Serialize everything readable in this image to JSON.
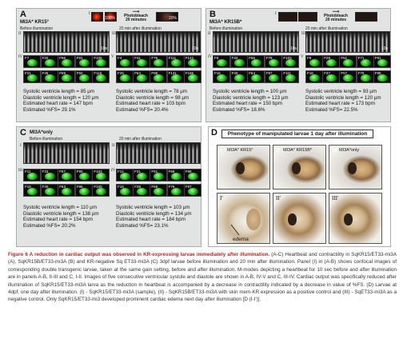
{
  "panels": {
    "A": {
      "label": "A",
      "title": "MI3A* KR15°",
      "thumbs": {
        "roman": "I",
        "pct1": "100%",
        "pct2": "20%",
        "arrow": "Photobleach\n20 minutes"
      },
      "before": "Before illumination",
      "after": "20 min after illumination",
      "rowII": "II",
      "rowIII": "III",
      "rowIV": "IV",
      "rowV": "V",
      "scale_before": "10s",
      "scale_after": "10s",
      "cells_before": [
        "F7",
        "F32",
        "F56",
        "F81",
        "F106",
        "F21",
        "F45",
        "F69",
        "F92",
        "F116"
      ],
      "cells_after": [
        "F4",
        "F41",
        "F76",
        "F111",
        "F142",
        "F29",
        "F64",
        "F98",
        "F131",
        "F165"
      ],
      "stats_before": [
        "Systolic ventricle length = 85 μm",
        "Diastolic ventricle length = 120 μm",
        "Estimated heart rate = 147 bpm",
        "Estimated %FS= 29.1%"
      ],
      "stats_after": [
        "Systolic ventricle length = 78 μm",
        "Diastolic ventricle length = 98 μm",
        "Estimated heart rate = 103 bpm",
        "Estimated %FS= 20.4%"
      ]
    },
    "B": {
      "label": "B",
      "title": "MI3A* KR15B*",
      "thumbs": {
        "roman": "I",
        "arrow": "Photobleach\n20 minutes"
      },
      "before": "Before illumination",
      "after": "20 min after illumination",
      "rowII": "II",
      "rowIII": "III",
      "rowIV": "IV",
      "rowV": "V",
      "scale_before": "10s",
      "scale_after": "10s",
      "cells_before": [
        "F8",
        "F32",
        "F55",
        "F78",
        "F103",
        "F16",
        "F40",
        "F64",
        "F87",
        "F111"
      ],
      "cells_after": [
        "F9",
        "F29",
        "F51",
        "F71",
        "F91",
        "F16",
        "F37",
        "F57",
        "F76",
        "F98"
      ],
      "stats_before": [
        "Systolic ventricle length = 100 μm",
        "Diastolic ventricle length = 123 μm",
        "Estimated heart rate = 150 bpm",
        "Estimated %FS= 18.6%"
      ],
      "stats_after": [
        "Systolic ventricle length = 93 μm",
        "Diastolic ventricle length = 120 μm",
        "Estimated heart rate = 173 bpm",
        "Estimated %FS= 22.5%"
      ]
    },
    "C": {
      "label": "C",
      "title": "MI3A*only",
      "before": "Before illumination",
      "after": "20 min after illumination",
      "rowI": "I",
      "rowII": "II",
      "rowIII": "III",
      "rowIV": "IV",
      "cells_before": [
        "F11",
        "F33",
        "F57",
        "F80",
        "F103",
        "F18",
        "F40",
        "F63",
        "F86",
        "F109"
      ],
      "cells_after": [
        "F12",
        "F31",
        "F51",
        "F69",
        "F89",
        "F18",
        "F38",
        "F58",
        "F76",
        "F97"
      ],
      "stats_before": [
        "Systolic ventricle length = 110 μm",
        "Diastolic ventricle length = 138 μm",
        "Estimated heart rate = 154 bpm",
        "Estimated %FS= 20.2%"
      ],
      "stats_after": [
        "Systolic ventricle length = 103 μm",
        "Diastolic ventricle length = 134 μm",
        "Estimated heart rate = 184 bpm",
        "Estimated %FS= 23.1%"
      ]
    },
    "D": {
      "label": "D",
      "title": "Phenotype of manipulated larvae 1 day after illumination",
      "labels": [
        "MI3A* KR15°",
        "MI3A* KR15B*",
        "MI3A*only"
      ],
      "roman": [
        "I",
        "II",
        "III"
      ],
      "roman2": [
        "I'",
        "II'",
        "III'"
      ],
      "edema": "edema"
    }
  },
  "caption": {
    "bold": "Figure 6 A reduction in cardiac output was observed in KR-expressing larvae immediately after illumination.",
    "text": " (A-C) Heartbeat and contractility in SqKR15/ET33-mi3A (A), SqKR15B/ET33-mi3A (B) and KR-negative Sq ET33-mi3A (C) 3dpf larvae before illumination and 20 min after illumination. Panel (I) in (A-B) shows confocal images of corresponding double transgenic larvae, taken at the same gain setting, before and after illumination. M-modes depicting a heartbeat for 10 sec before and after illumination are in panels A-B, II-III and C, I-II. Images of five consecutive ventricular systole and diastole are shown in A-B, IV-V and C, III-IV. Cardiac output was specifically reduced after illumination of SqKR15/ET33-mi3A larva as the reduction in heartbeat is accompanied by a decrease in contractility indicated by a decrease in value of %FS. (D) Larvae at 4dpf, one day after illumination. (I) - SqKR15/ET33-mi3A (sample), (II) - SqKR15B/ET33-mi3A with skin mem-KR expression as a positive control and (III) - SqET33-mi3A as a negative control. Only SqKR15/ET33-mi3 developed prominent cardiac edema next day after illumination [D (I-I')]."
  }
}
